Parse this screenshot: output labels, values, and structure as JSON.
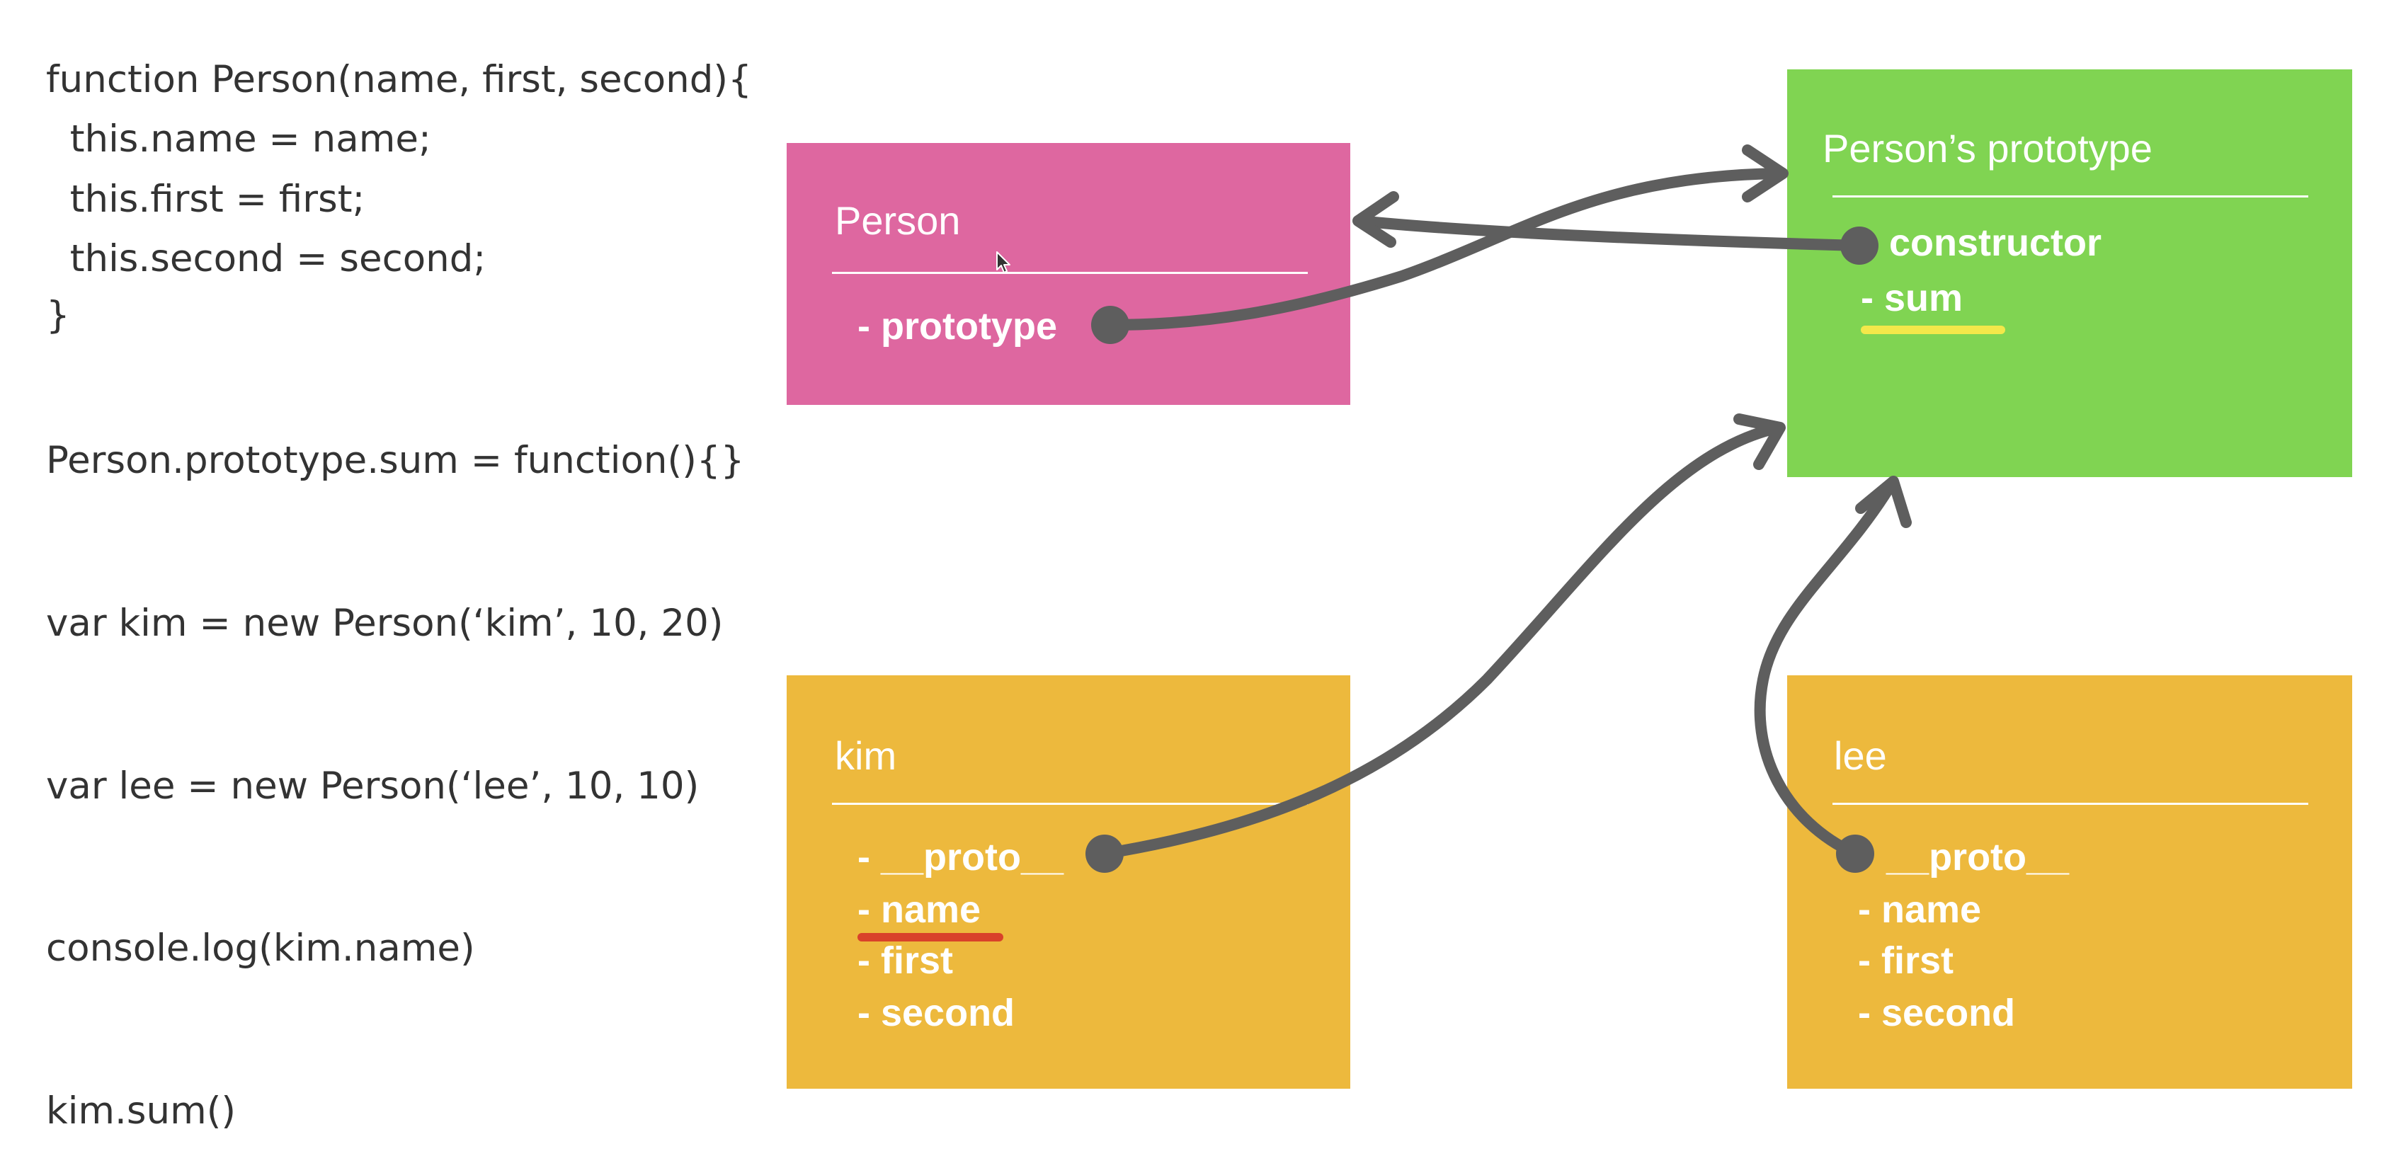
{
  "code": {
    "lines": [
      "function Person(name, first, second){",
      "  this.name = name;",
      "  this.first = first;",
      "  this.second = second;",
      "}",
      "Person.prototype.sum = function(){}",
      "var kim = new Person(‘kim’, 10, 20)",
      "var lee = new Person(‘lee’, 10, 10)",
      "console.log(kim.name)",
      "kim.sum()"
    ]
  },
  "boxes": {
    "person": {
      "title": "Person",
      "color": "#de67a0",
      "props": [
        "- prototype"
      ]
    },
    "prototype": {
      "title": "Person’s prototype",
      "color": "#80d452",
      "props": [
        "constructor",
        "- sum"
      ],
      "highlight_color": "#f3e84a"
    },
    "kim": {
      "title": "kim",
      "color": "#edb93d",
      "props": [
        "- __proto__",
        "- name",
        "- first",
        "- second"
      ],
      "highlight_color": "#d9412a"
    },
    "lee": {
      "title": "lee",
      "color": "#edb93d",
      "props": [
        "__proto__",
        "- name",
        "- first",
        "- second"
      ]
    }
  },
  "arrow_color": "#5e5e5e",
  "icons": {
    "cursor": "mouse-pointer-icon"
  }
}
